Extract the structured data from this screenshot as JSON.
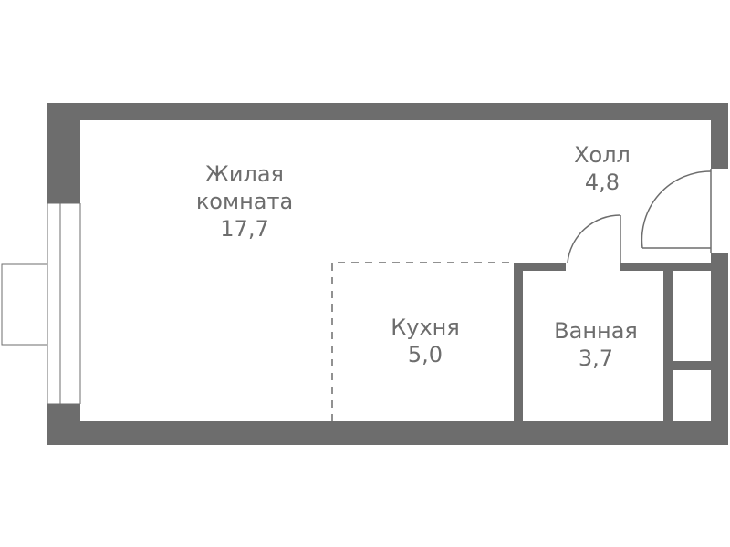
{
  "colors": {
    "wall": "#6d6d6d",
    "line": "#6d6d6d",
    "background": "#ffffff",
    "text": "#6d6d6d"
  },
  "rooms": {
    "living": {
      "name_line1": "Жилая",
      "name_line2": "комната",
      "area": "17,7"
    },
    "hall": {
      "name": "Холл",
      "area": "4,8"
    },
    "kitchen": {
      "name": "Кухня",
      "area": "5,0"
    },
    "bathroom": {
      "name": "Ванная",
      "area": "3,7"
    }
  }
}
